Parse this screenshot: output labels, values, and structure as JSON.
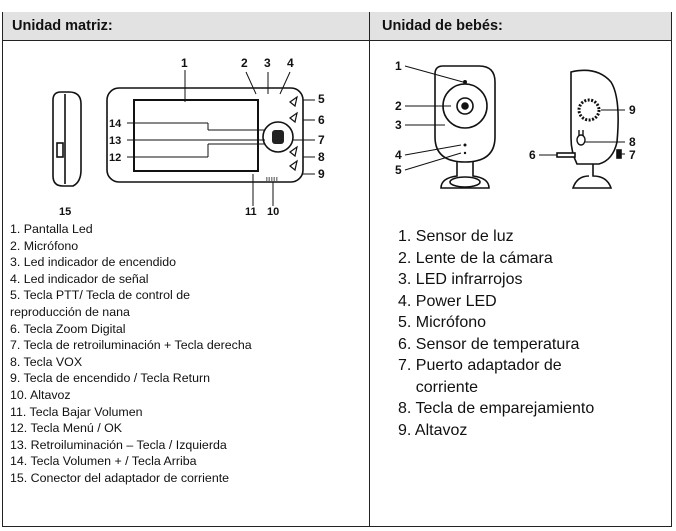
{
  "headers": {
    "parent_unit": "Unidad matriz:",
    "baby_unit": "Unidad de bebés:"
  },
  "parent_diagram": {
    "callouts": [
      "1",
      "2",
      "3",
      "4",
      "5",
      "6",
      "7",
      "8",
      "9",
      "10",
      "11",
      "12",
      "13",
      "14",
      "15"
    ]
  },
  "baby_diagram": {
    "callouts": [
      "1",
      "2",
      "3",
      "4",
      "5",
      "6",
      "7",
      "8",
      "9"
    ]
  },
  "parent_items": [
    "1. Pantalla Led",
    "2. Micrófono",
    "3.  Led indicador de encendido",
    "4.  Led indicador de señal",
    "5. Tecla PTT/  Tecla de control de",
    "reproducción de nana",
    "6. Tecla Zoom Digital",
    "7. Tecla de retroiluminación + Tecla derecha",
    "8. Tecla VOX",
    "9. Tecla de encendido /  Tecla Return",
    "10. Altavoz",
    "11. Tecla Bajar Volumen",
    "12. Tecla Menú / OK",
    "13. Retroiluminación – Tecla / Izquierda",
    "14. Tecla Volumen +  /  Tecla Arriba",
    "15. Conector del adaptador de corriente"
  ],
  "baby_items": [
    "1. Sensor de luz",
    "2. Lente de la cámara",
    "3.  LED infrarrojos",
    "4. Power LED",
    "5. Micrófono",
    "6. Sensor de temperatura",
    "7. Puerto adaptador de",
    "    corriente",
    "8. Tecla de emparejamiento",
    "9. Altavoz"
  ]
}
